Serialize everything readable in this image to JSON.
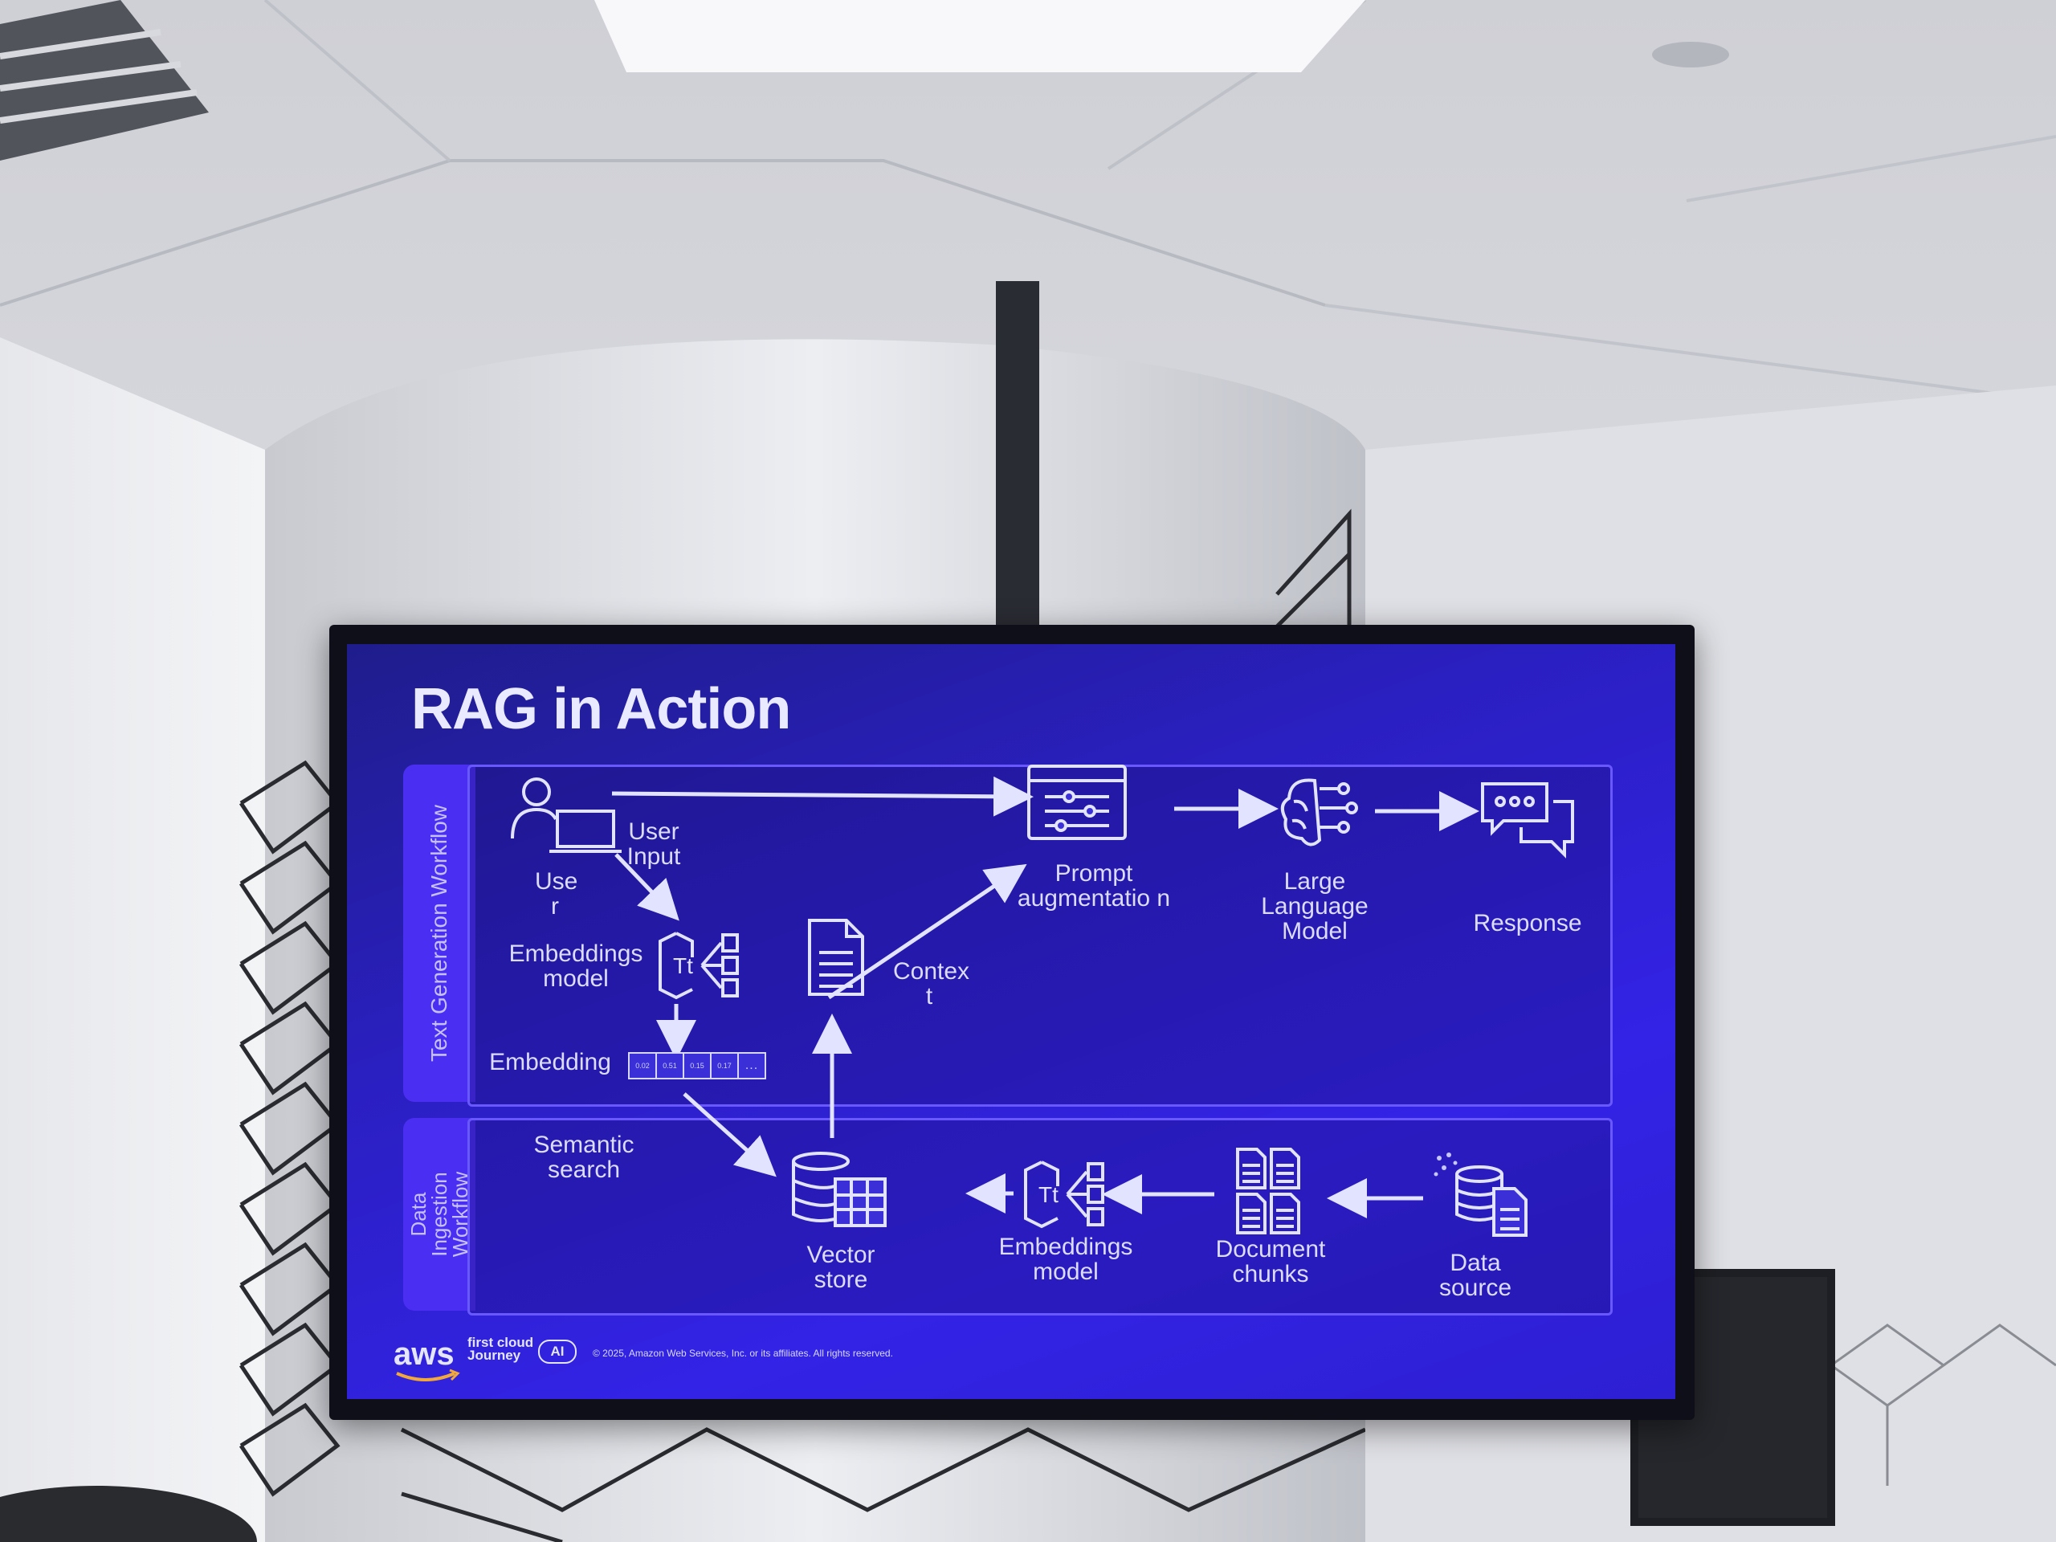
{
  "slide": {
    "title": "RAG in Action"
  },
  "workflows": {
    "text_generation": "Text Generation Workflow",
    "data_ingestion": "Data Ingestion Workflow"
  },
  "labels": {
    "user": "Use r",
    "user_input": "User Input",
    "prompt_augmentation": "Prompt augmentatio n",
    "llm": "Large Language Model",
    "response": "Response",
    "embeddings_model_top": "Embeddings model",
    "embedding": "Embedding",
    "context": "Contex t",
    "semantic_search": "Semantic search",
    "vector_store": "Vector store",
    "embeddings_model_bottom": "Embeddings model",
    "document_chunks": "Document chunks",
    "data_source": "Data source"
  },
  "embedding_values": [
    "0.02",
    "0.51",
    "0.15",
    "0.17",
    "..."
  ],
  "footer": {
    "logo": "aws",
    "program": "first cloud Journey",
    "ai_badge": "AI",
    "copyright": "© 2025, Amazon Web Services, Inc. or its affiliates. All rights reserved."
  }
}
